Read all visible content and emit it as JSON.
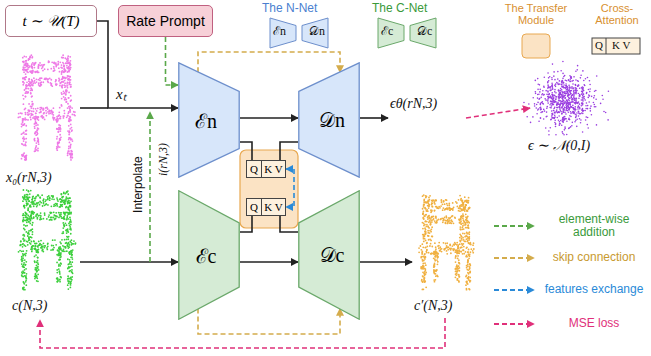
{
  "diagram": {
    "nodes": [
      {
        "text": [
          "t ∼ 𝒰(T)"
        ]
      },
      {
        "text": [
          "Rate Prompt"
        ]
      },
      {
        "text": [
          "ℰn"
        ]
      },
      {
        "text": [
          "𝒟n"
        ]
      },
      {
        "text": [
          "Q",
          "K V"
        ]
      },
      {
        "text": [
          "Q",
          "K V"
        ]
      },
      {
        "text": [
          "ℰc"
        ]
      },
      {
        "text": [
          "𝒟c"
        ]
      }
    ],
    "edges": [
      {
        "from": 0,
        "to": 2,
        "arrow": "to"
      },
      {
        "from": 1,
        "to": 2,
        "arrow": "to"
      },
      {
        "from": 2,
        "to": 3,
        "arrow": "to"
      },
      {
        "from": 2,
        "to": 3,
        "arrow": "to"
      },
      {
        "from": 2,
        "to": 4,
        "arrow": "none"
      },
      {
        "from": 4,
        "to": 3,
        "arrow": "none"
      },
      {
        "from": 6,
        "to": 5,
        "arrow": "none"
      },
      {
        "from": 5,
        "to": 7,
        "arrow": "none"
      },
      {
        "from": 6,
        "to": 7,
        "arrow": "to"
      },
      {
        "from": 6,
        "to": 7,
        "arrow": "to"
      },
      {
        "from": 4,
        "to": 5,
        "arrow": "both"
      }
    ],
    "labels": [
      "x₀(rN,3)",
      "xₜ",
      "Interpolate",
      "i(rN,3)",
      "ϵθ(rN,3)",
      "ϵ ∼ 𝒩(0,I)",
      "c(N,3)",
      "c′(N,3)",
      "The N-Net",
      "ℰn",
      "𝒟n",
      "The C-Net",
      "ℰc",
      "𝒟c",
      "The Transfer Module",
      "Cross-Attention",
      "Q",
      "K V"
    ],
    "legend": [
      {
        "text": "element-wise addition"
      },
      {
        "text": "skip connection"
      },
      {
        "text": "features exchange"
      },
      {
        "text": "MSE loss"
      }
    ]
  }
}
